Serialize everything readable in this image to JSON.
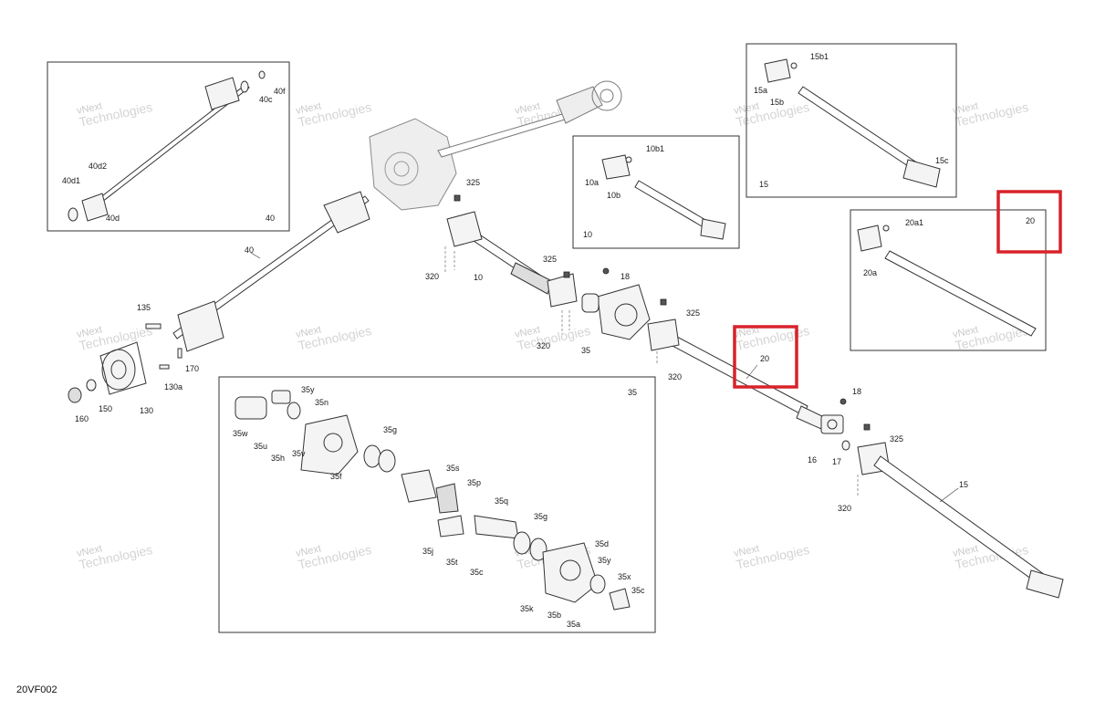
{
  "diagram_code": "20VF002",
  "watermark": {
    "line1": "vNext",
    "line2": "Technologies"
  },
  "insets": {
    "inset_40": "40",
    "inset_10": "10",
    "inset_15": "15",
    "inset_20": "20",
    "inset_35": "35"
  },
  "labels": {
    "l40f": "40f",
    "l40c": "40c",
    "l40d2": "40d2",
    "l40d1": "40d1",
    "l40d": "40d",
    "l10b1": "10b1",
    "l10a": "10a",
    "l10b": "10b",
    "l15b1": "15b1",
    "l15a": "15a",
    "l15b": "15b",
    "l15c": "15c",
    "l20a1": "20a1",
    "l20a": "20a",
    "l325a": "325",
    "l325b": "325",
    "l325c": "325",
    "l325d": "325",
    "l320a": "320",
    "l320b": "320",
    "l320c": "320",
    "l320d": "320",
    "l18a": "18",
    "l18b": "18",
    "l40main": "40",
    "l10main": "10",
    "l35main": "35",
    "l20main": "20",
    "l15main": "15",
    "l16": "16",
    "l17": "17",
    "l135": "135",
    "l170": "170",
    "l130a": "130a",
    "l130": "130",
    "l150": "150",
    "l160": "160",
    "l35y": "35y",
    "l35n": "35n",
    "l35w": "35w",
    "l35u": "35u",
    "l35h": "35h",
    "l35v": "35v",
    "l35f": "35f",
    "l35g": "35g",
    "l35s": "35s",
    "l35p": "35p",
    "l35q": "35q",
    "l35g2": "35g",
    "l35d": "35d",
    "l35y2": "35y",
    "l35x": "35x",
    "l35c": "35c",
    "l35c2": "35c",
    "l35j": "35j",
    "l35t": "35t",
    "l35k": "35k",
    "l35b": "35b",
    "l35a": "35a"
  },
  "highlight_color": "#d8222a"
}
